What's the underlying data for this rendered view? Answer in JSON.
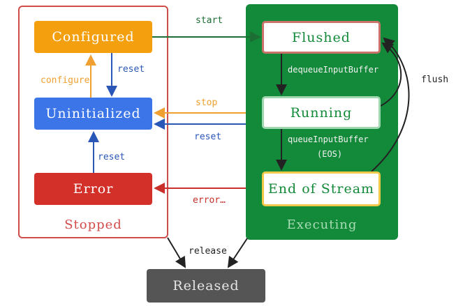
{
  "groups": {
    "stopped": "Stopped",
    "executing": "Executing"
  },
  "states": {
    "configured": "Configured",
    "uninitialized": "Uninitialized",
    "error": "Error",
    "flushed": "Flushed",
    "running": "Running",
    "end_of_stream": "End of Stream",
    "released": "Released"
  },
  "transitions": {
    "start": "start",
    "configure": "configure",
    "reset_up": "reset",
    "stop": "stop",
    "reset_exec": "reset",
    "reset_error": "reset",
    "error": "error…",
    "dequeue": "dequeueInputBuffer",
    "queue": "queueInputBuffer",
    "eos": "(EOS)",
    "flush": "flush",
    "release": "release"
  },
  "colors": {
    "stopped_border": "#d24b4b",
    "executing_bg": "#138a3a",
    "configured": "#f4a00e",
    "uninitialized": "#3b75e8",
    "error": "#d3302a",
    "released": "#555555"
  }
}
